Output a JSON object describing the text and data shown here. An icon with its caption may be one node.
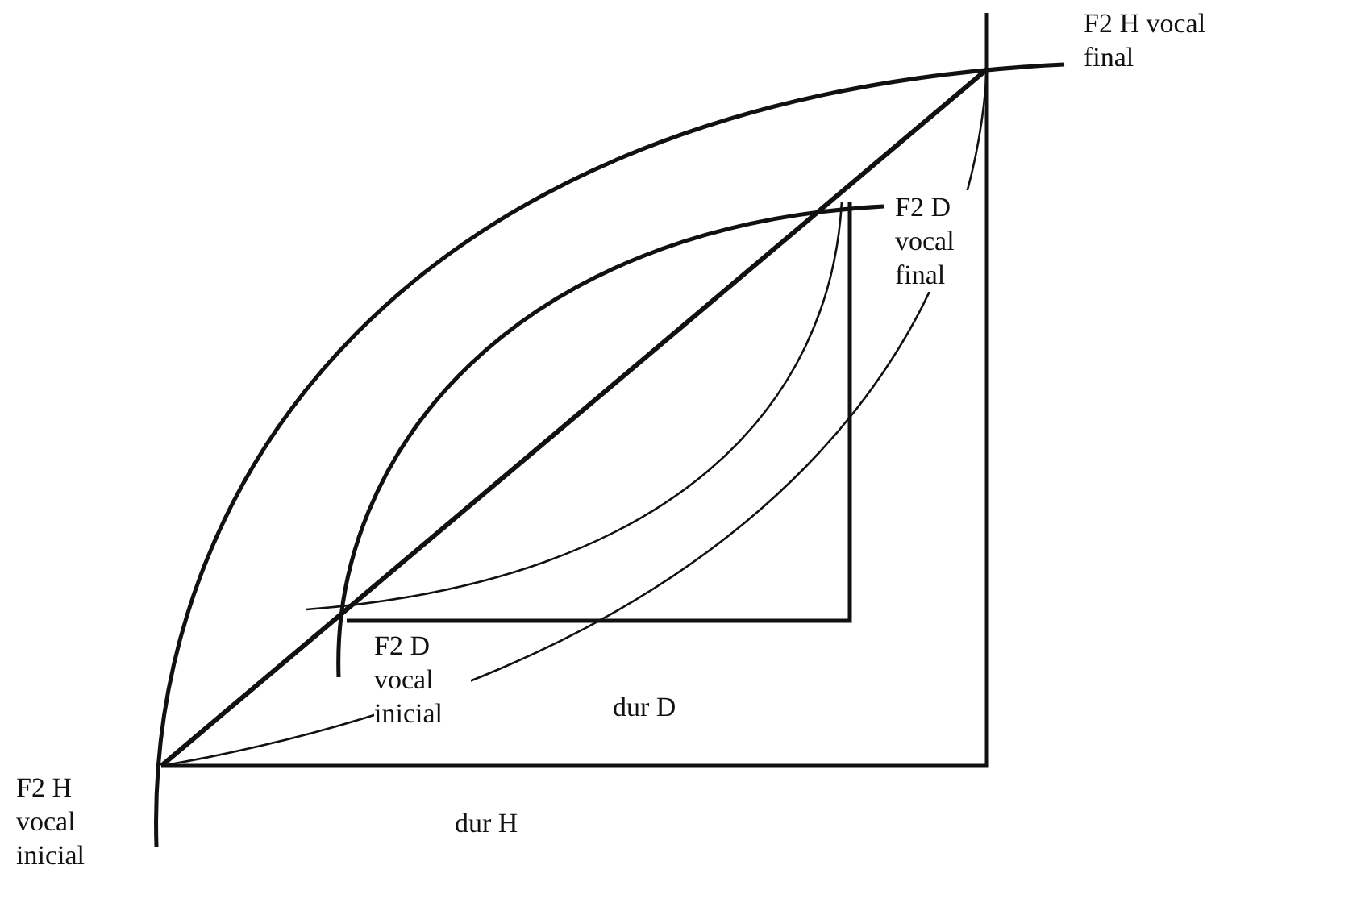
{
  "diagram": {
    "labels": [
      "F2 H vocal final",
      "F2 D vocal final",
      "F2 D vocal inicial",
      "dur D",
      "F2 H vocal inicial",
      "dur H"
    ]
  }
}
